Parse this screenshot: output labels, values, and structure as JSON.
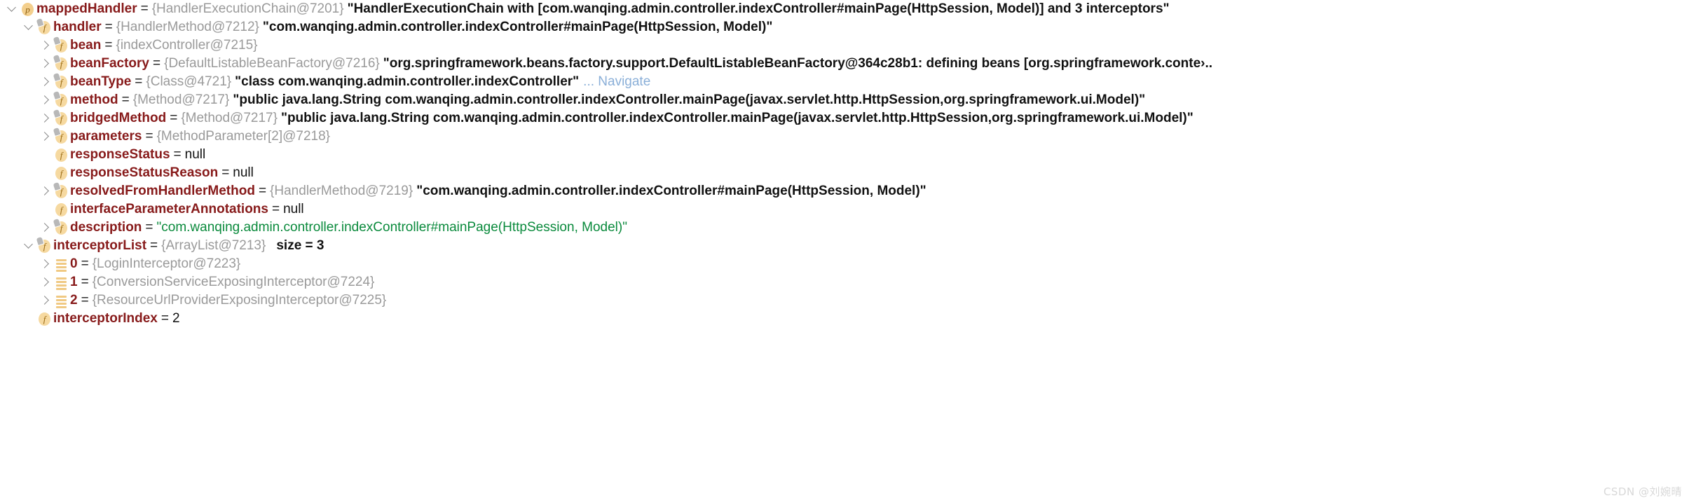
{
  "panel": {
    "name": "debugger-variables-tree",
    "background": "#ffffff",
    "colors": {
      "field_name": "#871a1a",
      "type_ref": "#9a9a9a",
      "string_value": "#0a8a3c",
      "link": "#8aafd8",
      "icon_fill": "#f6d9a0",
      "watermark": "#d8d8d8"
    }
  },
  "watermark": {
    "text": "CSDN @刘婉晴"
  },
  "rows": [
    {
      "depth": 0,
      "twisty": "expanded",
      "icon": "property-icon",
      "icon_glyph": "p",
      "locked": false,
      "name": "mappedHandler",
      "eq": "=",
      "type": "{HandlerExecutionChain@7201}",
      "value": "\"HandlerExecutionChain with [com.wanqing.admin.controller.indexController#mainPage(HttpSession, Model)] and 3 interceptors\"",
      "value_kind": "bold"
    },
    {
      "depth": 1,
      "twisty": "expanded",
      "icon": "field-icon",
      "icon_glyph": "f",
      "locked": true,
      "name": "handler",
      "eq": "=",
      "type": "{HandlerMethod@7212}",
      "value": "\"com.wanqing.admin.controller.indexController#mainPage(HttpSession, Model)\"",
      "value_kind": "bold"
    },
    {
      "depth": 2,
      "twisty": "collapsed",
      "icon": "field-icon",
      "icon_glyph": "f",
      "locked": true,
      "name": "bean",
      "eq": "=",
      "type": "{indexController@7215}",
      "value": "",
      "value_kind": "none"
    },
    {
      "depth": 2,
      "twisty": "collapsed",
      "icon": "field-icon",
      "icon_glyph": "f",
      "locked": true,
      "name": "beanFactory",
      "eq": "=",
      "type": "{DefaultListableBeanFactory@7216}",
      "value": "\"org.springframework.beans.factory.support.DefaultListableBeanFactory@364c28b1: defining beans [org.springframework.conte›..",
      "value_kind": "bold"
    },
    {
      "depth": 2,
      "twisty": "collapsed",
      "icon": "field-icon",
      "icon_glyph": "f",
      "locked": true,
      "name": "beanType",
      "eq": "=",
      "type": "{Class@4721}",
      "value": "\"class com.wanqing.admin.controller.indexController\"",
      "value_kind": "bold",
      "link": "... Navigate"
    },
    {
      "depth": 2,
      "twisty": "collapsed",
      "icon": "field-icon",
      "icon_glyph": "f",
      "locked": true,
      "name": "method",
      "eq": "=",
      "type": "{Method@7217}",
      "value": "\"public java.lang.String com.wanqing.admin.controller.indexController.mainPage(javax.servlet.http.HttpSession,org.springframework.ui.Model)\"",
      "value_kind": "bold"
    },
    {
      "depth": 2,
      "twisty": "collapsed",
      "icon": "field-icon",
      "icon_glyph": "f",
      "locked": true,
      "name": "bridgedMethod",
      "eq": "=",
      "type": "{Method@7217}",
      "value": "\"public java.lang.String com.wanqing.admin.controller.indexController.mainPage(javax.servlet.http.HttpSession,org.springframework.ui.Model)\"",
      "value_kind": "bold"
    },
    {
      "depth": 2,
      "twisty": "collapsed",
      "icon": "field-icon",
      "icon_glyph": "f",
      "locked": true,
      "name": "parameters",
      "eq": "=",
      "type": "{MethodParameter[2]@7218}",
      "value": "",
      "value_kind": "none"
    },
    {
      "depth": 2,
      "twisty": "none",
      "icon": "field-icon",
      "icon_glyph": "f",
      "locked": false,
      "name": "responseStatus",
      "eq": "=",
      "type": "",
      "value": "null",
      "value_kind": "plain"
    },
    {
      "depth": 2,
      "twisty": "none",
      "icon": "field-icon",
      "icon_glyph": "f",
      "locked": false,
      "name": "responseStatusReason",
      "eq": "=",
      "type": "",
      "value": "null",
      "value_kind": "plain"
    },
    {
      "depth": 2,
      "twisty": "collapsed",
      "icon": "field-icon",
      "icon_glyph": "f",
      "locked": true,
      "name": "resolvedFromHandlerMethod",
      "eq": "=",
      "type": "{HandlerMethod@7219}",
      "value": "\"com.wanqing.admin.controller.indexController#mainPage(HttpSession, Model)\"",
      "value_kind": "bold"
    },
    {
      "depth": 2,
      "twisty": "none",
      "icon": "field-icon",
      "icon_glyph": "f",
      "locked": false,
      "name": "interfaceParameterAnnotations",
      "eq": "=",
      "type": "",
      "value": "null",
      "value_kind": "plain"
    },
    {
      "depth": 2,
      "twisty": "collapsed",
      "icon": "field-icon",
      "icon_glyph": "f",
      "locked": true,
      "name": "description",
      "eq": "=",
      "type": "",
      "value": "\"com.wanqing.admin.controller.indexController#mainPage(HttpSession, Model)\"",
      "value_kind": "string"
    },
    {
      "depth": 1,
      "twisty": "expanded",
      "icon": "field-icon",
      "icon_glyph": "f",
      "locked": true,
      "name": "interceptorList",
      "eq": "=",
      "type": "{ArrayList@7213}",
      "value": "",
      "value_kind": "none",
      "size": "size = 3"
    },
    {
      "depth": 2,
      "twisty": "collapsed",
      "icon": "list-item-icon",
      "icon_glyph": "",
      "locked": false,
      "name": "0",
      "eq": "=",
      "type": "{LoginInterceptor@7223}",
      "value": "",
      "value_kind": "none"
    },
    {
      "depth": 2,
      "twisty": "collapsed",
      "icon": "list-item-icon",
      "icon_glyph": "",
      "locked": false,
      "name": "1",
      "eq": "=",
      "type": "{ConversionServiceExposingInterceptor@7224}",
      "value": "",
      "value_kind": "none"
    },
    {
      "depth": 2,
      "twisty": "collapsed",
      "icon": "list-item-icon",
      "icon_glyph": "",
      "locked": false,
      "name": "2",
      "eq": "=",
      "type": "{ResourceUrlProviderExposingInterceptor@7225}",
      "value": "",
      "value_kind": "none"
    },
    {
      "depth": 1,
      "twisty": "none",
      "icon": "field-icon",
      "icon_glyph": "f",
      "locked": false,
      "name": "interceptorIndex",
      "eq": "=",
      "type": "",
      "value": "2",
      "value_kind": "plain"
    }
  ]
}
